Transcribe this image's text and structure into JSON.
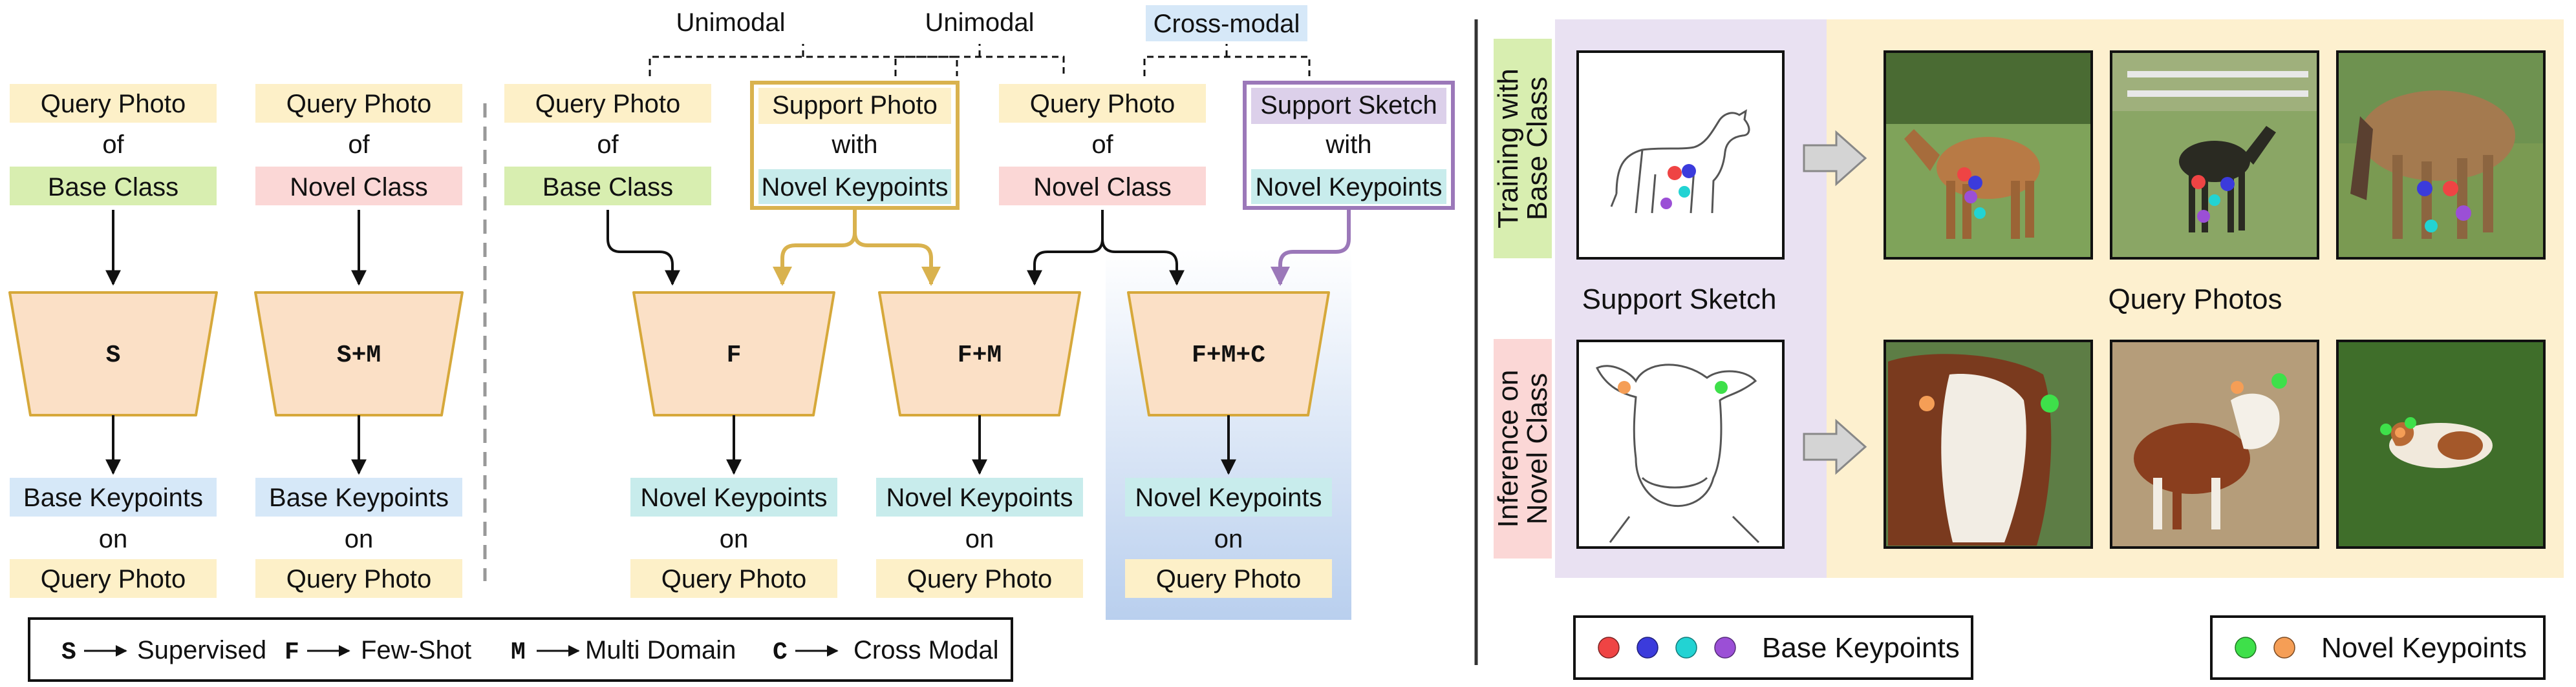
{
  "left": {
    "models": [
      {
        "code": "S",
        "inputs": [
          "Query Photo",
          "of",
          "Base Class"
        ],
        "outputs": [
          "Base Keypoints",
          "on",
          "Query Photo"
        ]
      },
      {
        "code": "S+M",
        "inputs": [
          "Query Photo",
          "of",
          "Novel Class"
        ],
        "outputs": [
          "Base Keypoints",
          "on",
          "Query Photo"
        ]
      },
      {
        "code": "F",
        "outputs": [
          "Novel Keypoints",
          "on",
          "Query Photo"
        ]
      },
      {
        "code": "F+M",
        "outputs": [
          "Novel Keypoints",
          "on",
          "Query Photo"
        ]
      },
      {
        "code": "F+M+C",
        "outputs": [
          "Novel Keypoints",
          "on",
          "Query Photo"
        ]
      }
    ],
    "inputs": [
      [
        "Query Photo",
        "of",
        "Base Class"
      ],
      [
        "Support Photo",
        "with",
        "Novel Keypoints"
      ],
      [
        "Query Photo",
        "of",
        "Novel Class"
      ],
      [
        "Support Sketch",
        "with",
        "Novel Keypoints"
      ]
    ],
    "braces": [
      "Unimodal",
      "Unimodal",
      "Cross-modal"
    ],
    "legend": [
      {
        "code": "S",
        "text": "Supervised"
      },
      {
        "code": "F",
        "text": "Few-Shot"
      },
      {
        "code": "M",
        "text": "Multi Domain"
      },
      {
        "code": "C",
        "text": "Cross Modal"
      }
    ]
  },
  "right": {
    "row_labels": [
      [
        "Training with",
        "Base Class"
      ],
      [
        "Inference on",
        "Novel Class"
      ]
    ],
    "support_label": "Support Sketch",
    "query_label": "Query Photos",
    "keypoint_legend": {
      "base": {
        "label": "Base Keypoints",
        "colors": [
          "#ef4444",
          "#3b3bdc",
          "#22d3d3",
          "#9b4fd6"
        ]
      },
      "novel": {
        "label": "Novel Keypoints",
        "colors": [
          "#3ee04a",
          "#f59e56"
        ]
      }
    }
  },
  "colors": {
    "yellow": "#fdf0c8",
    "green": "#d8eeb0",
    "pink": "#fbd7d6",
    "blue": "#d6e8f8",
    "cyan": "#c8ecec",
    "lavender": "#e9e1f2",
    "purple_box": "#dcd0ea",
    "trap_fill": "#fbe0c6",
    "trap_stroke": "#d6a83a",
    "gold_arrow": "#d9b24e",
    "purple_arrow": "#9b78b9",
    "right_bg": "#fdf0cf"
  }
}
